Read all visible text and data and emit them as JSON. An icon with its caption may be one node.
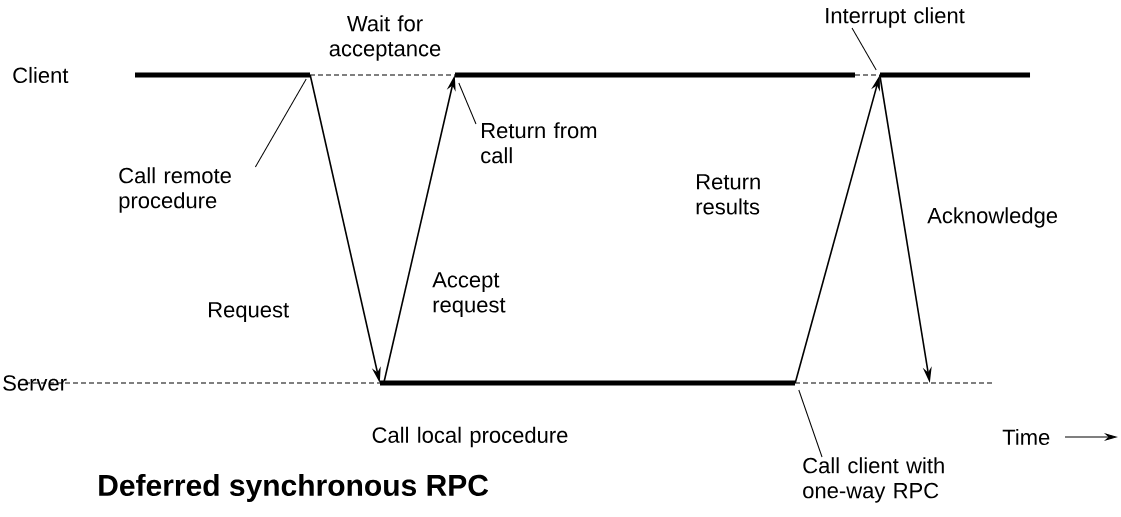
{
  "diagram": {
    "caption": "Deferred synchronous RPC",
    "nodes": [
      {
        "text": [],
        "shape": "bar"
      },
      {
        "text": [],
        "shape": "line"
      },
      {
        "text": [],
        "shape": "bar"
      },
      {
        "text": [],
        "shape": "line"
      },
      {
        "text": [],
        "shape": "bar"
      },
      {
        "text": [],
        "shape": "line"
      },
      {
        "text": [],
        "shape": "bar"
      },
      {
        "text": [],
        "shape": "line"
      },
      {
        "text": [
          "Call remote procedure"
        ]
      },
      {
        "text": [
          "Return from call"
        ]
      },
      {
        "text": [
          "Interrupt client"
        ]
      },
      {
        "text": [
          "Call client with one-way RPC"
        ]
      }
    ],
    "edges": [
      {
        "from": 0,
        "to": 6,
        "arrow": "to",
        "label": "Request"
      },
      {
        "from": 6,
        "to": 2,
        "arrow": "to",
        "label": "Accept request"
      },
      {
        "from": 6,
        "to": 4,
        "arrow": "to",
        "label": "Return results"
      },
      {
        "from": 4,
        "to": 7,
        "arrow": "to",
        "label": "Acknowledge"
      },
      {
        "from": 8,
        "to": 0,
        "arrow": "none"
      },
      {
        "from": 9,
        "to": 2,
        "arrow": "none"
      },
      {
        "from": 10,
        "to": 3,
        "arrow": "none"
      },
      {
        "from": 11,
        "to": 7,
        "arrow": "none"
      }
    ],
    "labels": [
      "Client",
      "Wait for acceptance",
      "Server",
      "Call local procedure",
      "Time"
    ]
  }
}
